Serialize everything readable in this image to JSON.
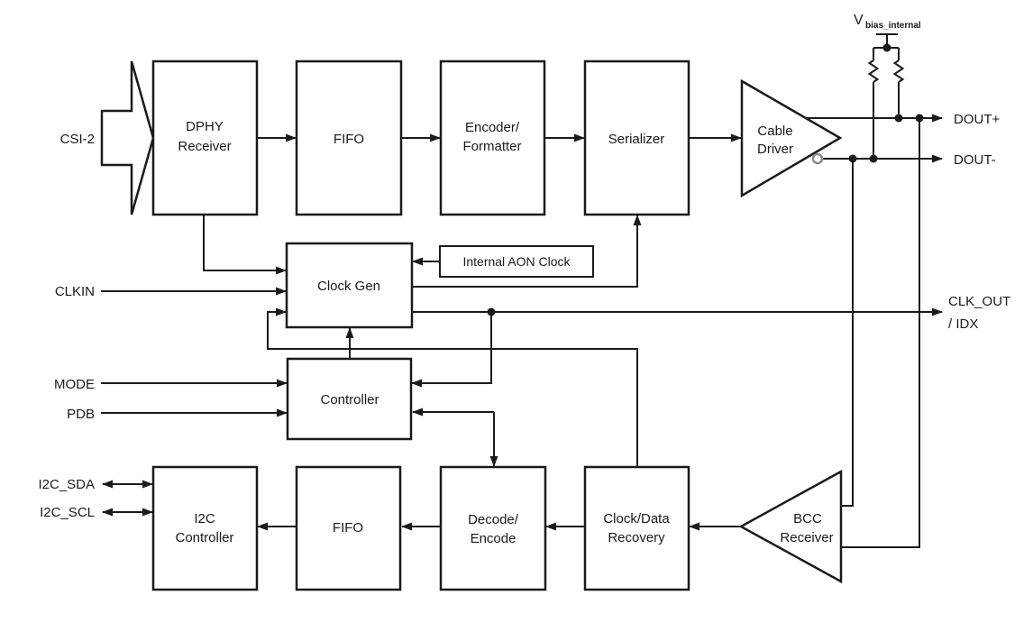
{
  "diagram": {
    "title_hint": "Serializer functional block diagram",
    "colors": {
      "line": "#1a1a1a",
      "background": "#ffffff",
      "bubble": "#8a8a8a"
    },
    "ports": {
      "csi2": "CSI-2",
      "clkin": "CLKIN",
      "mode": "MODE",
      "pdb": "PDB",
      "i2c_sda": "I2C_SDA",
      "i2c_scl": "I2C_SCL",
      "dout_plus": "DOUT+",
      "dout_minus": "DOUT-",
      "clk_out": "CLK_OUT",
      "idx": "/ IDX",
      "vbias_v": "V",
      "vbias_sub": "bias_internal"
    },
    "blocks": {
      "dphy": [
        "DPHY",
        "Receiver"
      ],
      "fifo_top": [
        "FIFO"
      ],
      "encoder": [
        "Encoder/",
        "Formatter"
      ],
      "serializer": [
        "Serializer"
      ],
      "cable_driver": [
        "Cable",
        "Driver"
      ],
      "clock_gen": [
        "Clock Gen"
      ],
      "aon_clock": [
        "Internal AON Clock"
      ],
      "controller": [
        "Controller"
      ],
      "i2c_controller": [
        "I2C",
        "Controller"
      ],
      "fifo_bottom": [
        "FIFO"
      ],
      "decode_encode": [
        "Decode/",
        "Encode"
      ],
      "clock_data_recovery": [
        "Clock/Data",
        "Recovery"
      ],
      "bcc_receiver": [
        "BCC",
        "Receiver"
      ]
    }
  }
}
